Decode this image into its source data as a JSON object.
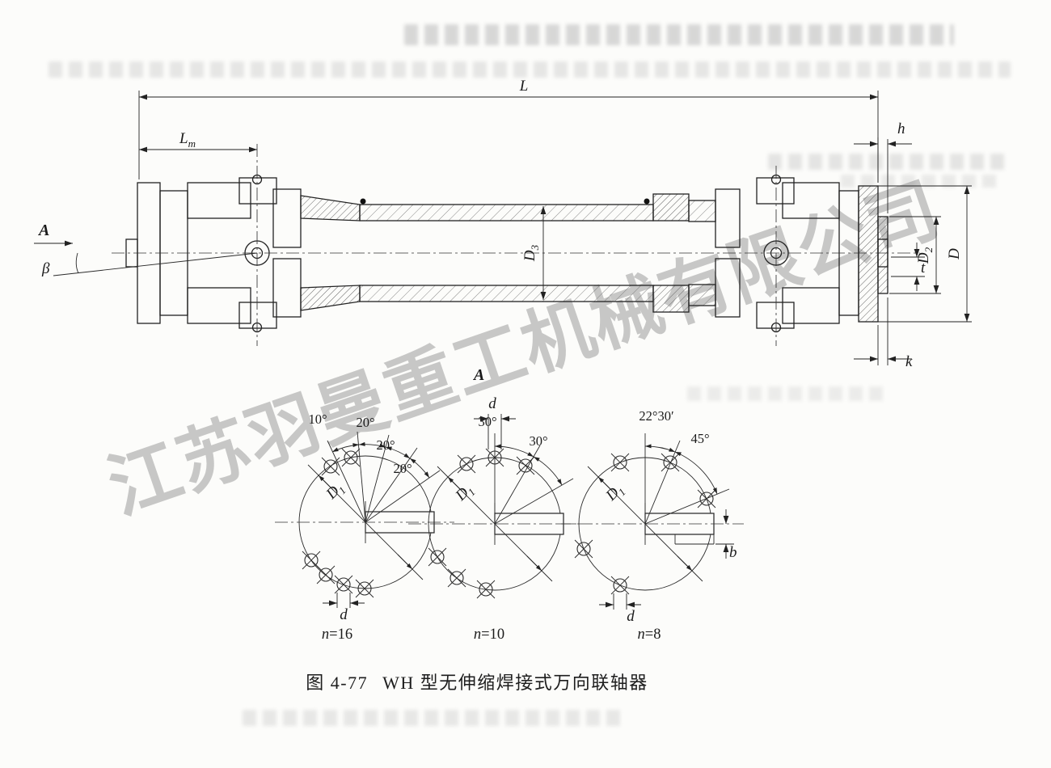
{
  "page": {
    "watermark": "江苏羽曼重工机械有限公司",
    "caption": {
      "figure_no": "图 4-77",
      "title": "WH 型无伸缩焊接式万向联轴器"
    }
  },
  "main_view": {
    "view_label": "A",
    "dims": {
      "L": "L",
      "Lm": {
        "main": "L",
        "sub": "m"
      },
      "h": "h",
      "beta": "β",
      "D3": {
        "main": "D",
        "sub": "3"
      },
      "D2": {
        "main": "D",
        "sub": "2"
      },
      "D": "D",
      "t": "t",
      "k": "k"
    }
  },
  "details": {
    "view_label": "A",
    "items": [
      {
        "angles": [
          "10°",
          "20°",
          "20°",
          "20°"
        ],
        "d1": {
          "main": "D",
          "sub": "1"
        },
        "d": "d",
        "count_var": "n",
        "count_rest": "=16"
      },
      {
        "angles": [
          "30°",
          "30°"
        ],
        "d1": {
          "main": "D",
          "sub": "1"
        },
        "d": "d",
        "count_var": "n",
        "count_rest": "=10"
      },
      {
        "angles": [
          "22°30′",
          "45°"
        ],
        "d1": {
          "main": "D",
          "sub": "1"
        },
        "d": "d",
        "b": "b",
        "count_var": "n",
        "count_rest": "=8"
      }
    ]
  }
}
